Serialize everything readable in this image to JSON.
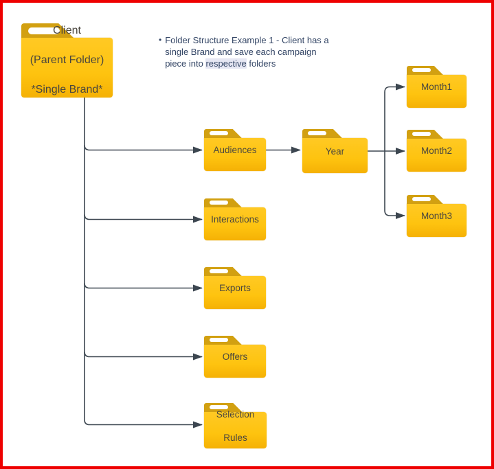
{
  "page": {
    "background": "#ffffff",
    "frame_border_color": "#ee0000"
  },
  "annotation": {
    "bullet": "•",
    "line1": "Folder Structure Example 1 - Client has a",
    "line2": "single Brand and save each campaign",
    "line3_before": "piece into ",
    "line3_highlight": "respective",
    "line3_after": " folders"
  },
  "folders": {
    "client": {
      "line1": "Client",
      "line2": "(Parent Folder)",
      "line3": "*Single Brand*"
    },
    "audiences": {
      "label": "Audiences"
    },
    "interactions": {
      "label": "Interactions"
    },
    "exports": {
      "label": "Exports"
    },
    "offers": {
      "label": "Offers"
    },
    "selection_rules": {
      "line1": "Selection",
      "line2": "Rules"
    },
    "year": {
      "label": "Year"
    },
    "month1": {
      "label": "Month1"
    },
    "month2": {
      "label": "Month2"
    },
    "month3": {
      "label": "Month3"
    }
  },
  "colors": {
    "folder_tab": "#d2a011",
    "folder_body_top": "#ffc924",
    "folder_body_bottom": "#f5b105",
    "folder_label_text": "#4b473e",
    "connector": "#3c4650",
    "annotation_text": "#334565",
    "highlight_background": "#e6e7f3",
    "frame_border": "#ee0000"
  }
}
